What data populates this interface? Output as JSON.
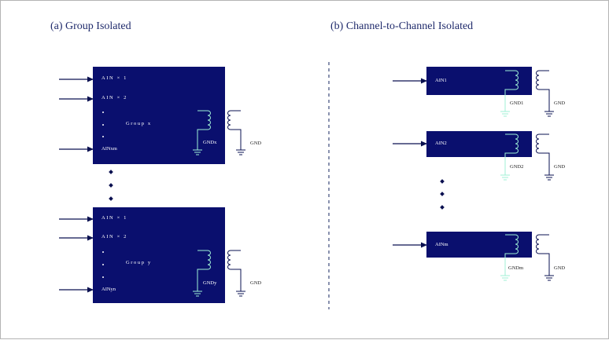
{
  "titles": {
    "group_isolated": "(a) Group Isolated",
    "channel_isolated": "(b) Channel-to-Channel Isolated"
  },
  "group_x": {
    "ain1": "AIN × 1",
    "ain2": "AIN × 2",
    "group_label": "Group x",
    "ain_last": "AINxm",
    "gnd_inner": "GNDx",
    "gnd_outer": "GND"
  },
  "group_y": {
    "ain1": "AIN × 1",
    "ain2": "AIN × 2",
    "group_label": "Group y",
    "ain_last": "AINyn",
    "gnd_inner": "GNDy",
    "gnd_outer": "GND"
  },
  "channels": [
    {
      "label": "AIN1",
      "gnd_inner": "GND1",
      "gnd_outer": "GND"
    },
    {
      "label": "AIN2",
      "gnd_inner": "GND2",
      "gnd_outer": "GND"
    },
    {
      "label": "AINm",
      "gnd_inner": "GNDm",
      "gnd_outer": "GND"
    }
  ],
  "colors": {
    "block": "#0a0f6e",
    "line": "#0a1050",
    "coil_inner": "#9ff0d6",
    "divider": "#3c4a7a"
  }
}
